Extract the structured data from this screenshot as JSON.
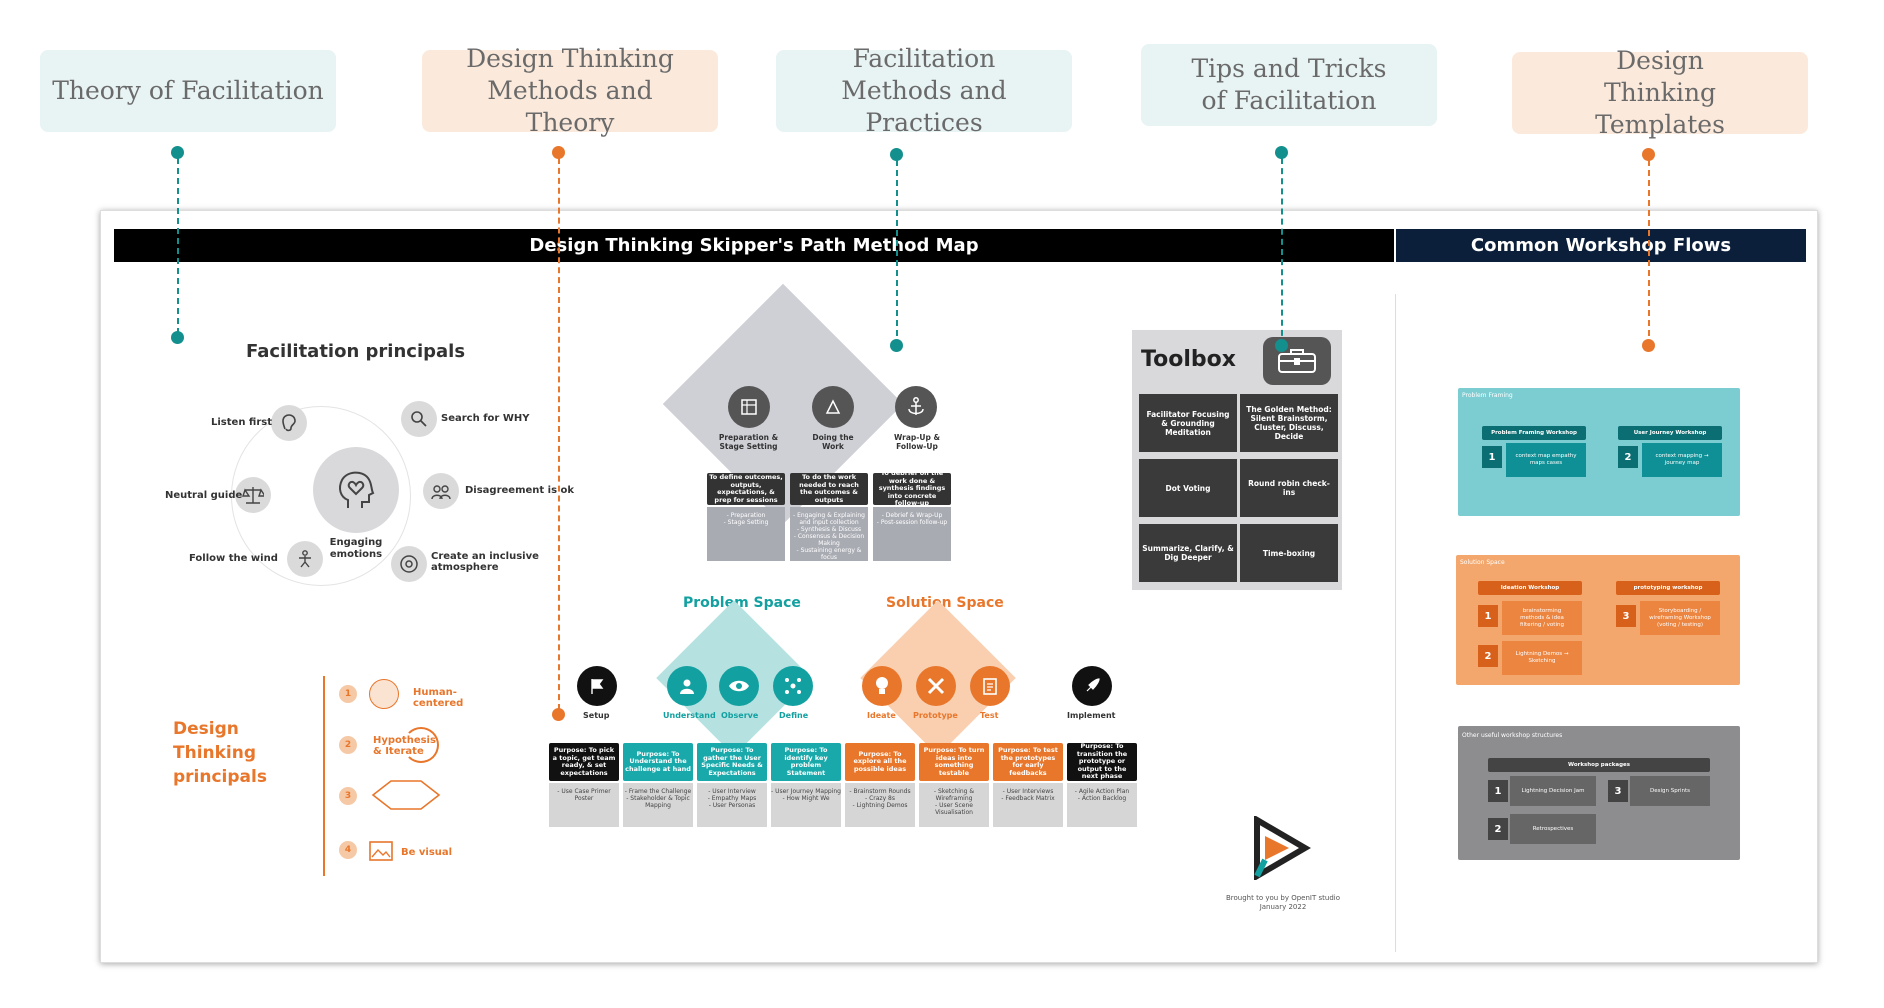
{
  "categories": {
    "theory": "Theory of Facilitation",
    "dt_methods": "Design Thinking Methods and Theory",
    "fac_methods": "Facilitation Methods and Practices",
    "tips": "Tips and Tricks of Facilitation",
    "templates": "Design Thinking Templates"
  },
  "colors": {
    "teal": "#13908e",
    "orange": "#e8762b",
    "dark": "#0b1f3a"
  },
  "board": {
    "main_title": "Design Thinking Skipper's Path Method Map",
    "flows_title": "Common Workshop Flows"
  },
  "facilitation": {
    "title": "Facilitation principals",
    "center": "Engaging emotions",
    "items": [
      "Listen first",
      "Search for WHY",
      "Disagreement is ok",
      "Create an inclusive atmosphere",
      "Follow the wind",
      "Neutral guide"
    ]
  },
  "dt_principles": {
    "title": "Design Thinking principals",
    "items": [
      {
        "num": "1",
        "label": "Human-centered"
      },
      {
        "num": "2",
        "label": "Hypothesis & Iterate"
      },
      {
        "num": "3",
        "label": ""
      },
      {
        "num": "4",
        "label": "Be visual"
      }
    ]
  },
  "method_map": {
    "phases": [
      {
        "name": "Preparation & Stage Setting",
        "purpose": "To define outcomes, outputs, expectations, & prep for sessions",
        "items": "- Preparation\n- Stage Setting"
      },
      {
        "name": "Doing the Work",
        "purpose": "To do the work needed to reach the outcomes & outputs",
        "items": "- Engaging & Explaining and input collection\n- Synthesis & Discuss\n- Consensus & Decision Making\n- Sustaining energy & focus"
      },
      {
        "name": "Wrap-Up & Follow-Up",
        "purpose": "To debrief on the work done & synthesis findings into concrete follow-up",
        "items": "- Debrief & Wrap-Up\n- Post-session follow-up"
      }
    ],
    "problem_space": "Problem Space",
    "solution_space": "Solution Space",
    "steps": [
      {
        "name": "Setup",
        "purpose": "Purpose: To pick a topic, get team ready, & set expectations",
        "methods": "- Use Case Primer\nPoster"
      },
      {
        "name": "Understand",
        "purpose": "Purpose: To Understand the challenge at hand",
        "methods": "- Frame the Challenge\n- Stakeholder & Topic Mapping"
      },
      {
        "name": "Observe",
        "purpose": "Purpose: To gather the User Specific Needs & Expectations",
        "methods": "- User Interview\n- Empathy Maps\n- User Personas"
      },
      {
        "name": "Define",
        "purpose": "Purpose: To identify key problem Statement",
        "methods": "- User Journey Mapping\n- How Might We"
      },
      {
        "name": "Ideate",
        "purpose": "Purpose: To explore all the possible ideas",
        "methods": "- Brainstorm Rounds\n- Crazy 8s\n- Lightning Demos"
      },
      {
        "name": "Prototype",
        "purpose": "Purpose: To turn ideas into something testable",
        "methods": "- Sketching & Wireframing\n- User Scene Visualisation"
      },
      {
        "name": "Test",
        "purpose": "Purpose: To test the prototypes for early feedbacks",
        "methods": "- User Interviews\n- Feedback Matrix"
      },
      {
        "name": "Implement",
        "purpose": "Purpose: To transition the prototype or output to the next phase",
        "methods": "- Agile Action Plan\n- Action Backlog"
      }
    ]
  },
  "toolbox": {
    "title": "Toolbox",
    "items": [
      "Facilitator Focusing & Grounding Meditation",
      "The Golden Method: Silent Brainstorm, Cluster, Discuss, Decide",
      "Dot Voting",
      "Round robin check-ins",
      "Summarize, Clarify, & Dig Deeper",
      "Time-boxing"
    ]
  },
  "credit": {
    "line1": "Brought to you by OpenIT studio",
    "line2": "January 2022"
  },
  "flows": {
    "problem_framing": {
      "label": "Problem Framing",
      "workshops": [
        {
          "num": "1",
          "title": "Problem Framing Workshop",
          "desc": "context map empathy maps cases"
        },
        {
          "num": "2",
          "title": "User Journey Workshop",
          "desc": "context mapping → journey map"
        }
      ]
    },
    "solution_space": {
      "label": "Solution Space",
      "workshops": [
        {
          "num": "1",
          "title": "Ideation Workshop",
          "desc": "brainstorming methods & idea filtering / voting"
        },
        {
          "num": "2",
          "title": "",
          "desc": "Lightning Demos → Sketching"
        },
        {
          "num": "3",
          "title": "prototyping workshop",
          "desc": "Storyboarding / wireframing Workshop (voting / testing)"
        }
      ]
    },
    "other": {
      "label": "Other useful workshop structures",
      "header": "Workshop packages",
      "items": [
        {
          "num": "1",
          "desc": "Lightning Decision Jam"
        },
        {
          "num": "2",
          "desc": "Retrospectives"
        },
        {
          "num": "3",
          "desc": "Design Sprints"
        }
      ]
    }
  }
}
